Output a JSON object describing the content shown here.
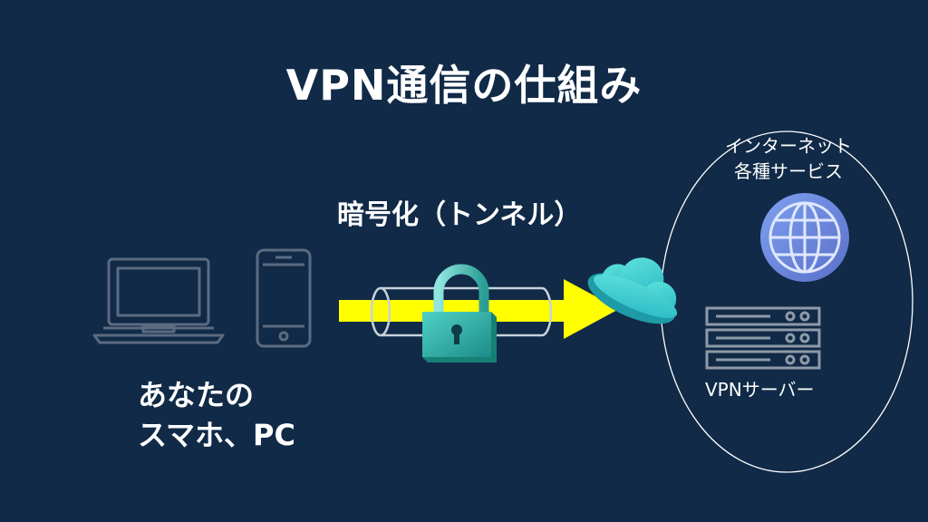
{
  "title": "VPN通信の仕組み",
  "tunnel_label": "暗号化（トンネル）",
  "device_label": {
    "line1": "あなたの",
    "line2": "スマホ、PC"
  },
  "internet_label": {
    "line1": "インターネット",
    "line2": "各種サービス"
  },
  "vpn_server_label": "VPNサーバー",
  "icons": [
    "laptop-icon",
    "smartphone-icon",
    "tunnel-pipe-icon",
    "padlock-icon",
    "arrow-icon",
    "cloud-icon",
    "globe-icon",
    "server-icon"
  ],
  "colors": {
    "background": "#102a47",
    "arrow": "#ffff00",
    "device_outline": "#5b6b80",
    "cloud": "#3ecfcf",
    "lock": "#2fb3a8",
    "globe": "#6b8ee0",
    "server": "#8f9aa8",
    "ellipse": "#ffffff"
  }
}
